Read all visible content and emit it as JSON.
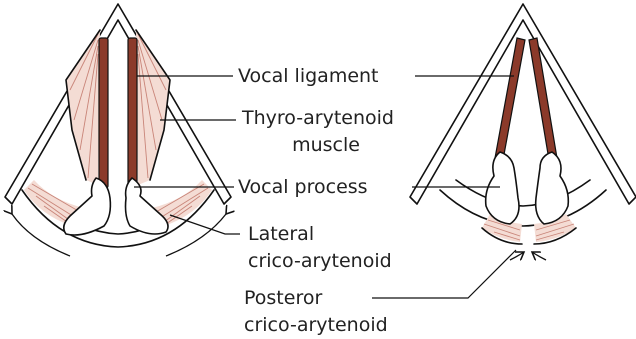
{
  "labels": {
    "vocal_ligament": "Vocal ligament",
    "thyro_arytenoid_line1": "Thyro-arytenoid",
    "thyro_arytenoid_line2": "muscle",
    "vocal_process": "Vocal process",
    "lateral_line1": "Lateral",
    "lateral_line2": "crico-arytenoid",
    "posterior_line1": "Posteror",
    "posterior_line2": "crico-arytenoid"
  },
  "colors": {
    "ligament": "#8b3a2a",
    "muscle": "#f4dcd4",
    "muscle_fiber": "#c98579"
  }
}
